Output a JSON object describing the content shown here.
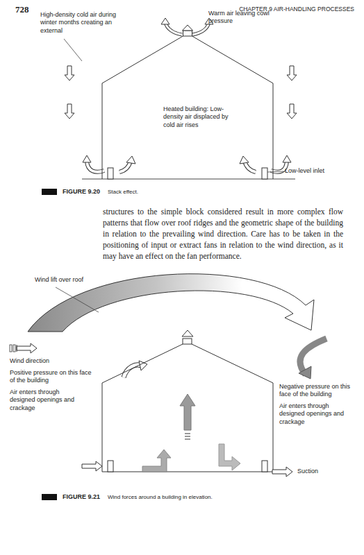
{
  "diagram": {
    "nodes": [
      {
        "text": [
          "Heated building: Low-density air displaced by cold air rises"
        ]
      }
    ],
    "labels": [
      "728",
      "CHAPTER 9 AIR-HANDLING PROCESSES",
      "High-density cold air during winter months creating an external",
      "Warm air leaving cowl pressure",
      "Low-level inlet",
      "FIGURE 9.20",
      "Stack effect.",
      "structures to the simple block considered result in more complex flow patterns that flow over roof ridges and the geometric shape of the building in relation to the prevailing wind direction. Care has to be taken in the positioning of input or extract fans in relation to the wind direction, as it may have an effect on the fan performance.",
      "Wind lift over roof",
      "Wind direction",
      "Positive pressure on this face of the building",
      "Air enters through designed openings and crackage",
      "Negative pressure on this face of the building",
      "Air enters through designed openings and crackage",
      "Suction",
      "FIGURE 9.21",
      "Wind forces around a building in elevation."
    ]
  }
}
